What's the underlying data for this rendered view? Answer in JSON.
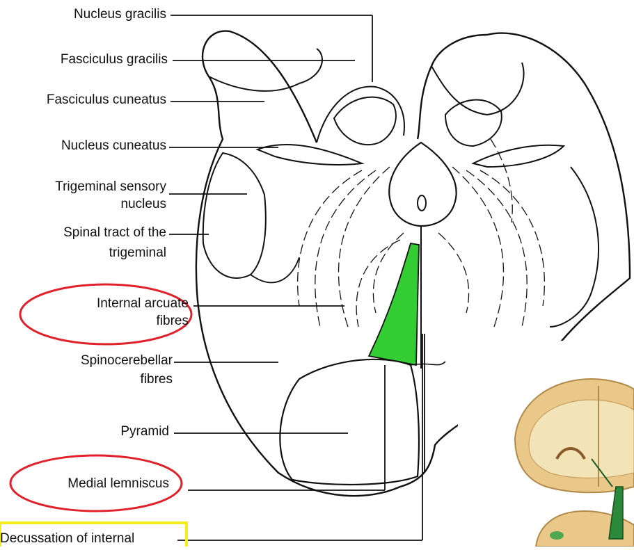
{
  "labels": {
    "nucleus_gracilis": "Nucleus gracilis",
    "fasciculus_gracilis": "Fasciculus gracilis",
    "fasciculus_cuneatus": "Fasciculus cuneatus",
    "nucleus_cuneatus": "Nucleus cuneatus",
    "trigeminal_sensory_1": "Trigeminal sensory",
    "trigeminal_sensory_2": "nucleus",
    "spinal_tract_1": "Spinal tract of the",
    "spinal_tract_2": "trigeminal",
    "internal_arcuate_1": "Internal arcuate",
    "internal_arcuate_2": "fibres",
    "spinocerebellar_1": "Spinocerebellar",
    "spinocerebellar_2": "fibres",
    "pyramid": "Pyramid",
    "medial_lemniscus": "Medial lemniscus",
    "decussation": "Decussation of internal"
  },
  "colors": {
    "highlight_green": "#33cc33",
    "circle_red": "#e0202a",
    "box_yellow": "#f4ee1a",
    "outline": "#111111"
  }
}
